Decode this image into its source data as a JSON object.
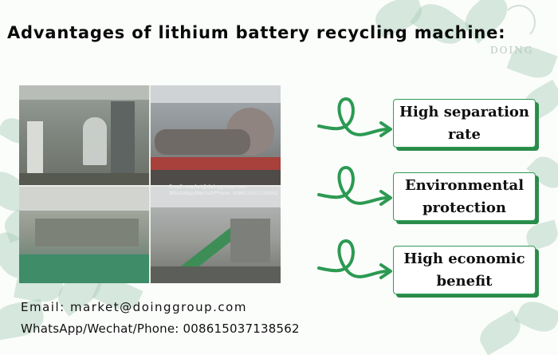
{
  "title": "Advantages of lithium battery recycling machine:",
  "watermark": "DOING",
  "caption": {
    "line1": "Email: market@doinggroup.com",
    "line2": "WhatsApp/Wechat/Phone: 008615037138562"
  },
  "advantages": [
    {
      "label": "High separation rate"
    },
    {
      "label": "Environmental protection"
    },
    {
      "label": "High economic benefit"
    }
  ],
  "contact": {
    "email": "Email: market@doinggroup.com",
    "phone": "WhatsApp/Wechat/Phone: 008615037138562"
  },
  "colors": {
    "accent": "#2f9c55",
    "shadow": "#2a8c4a",
    "text": "#0a0a0a"
  },
  "icons": [
    "green-loop-arrow-icon",
    "leaf-decoration"
  ]
}
